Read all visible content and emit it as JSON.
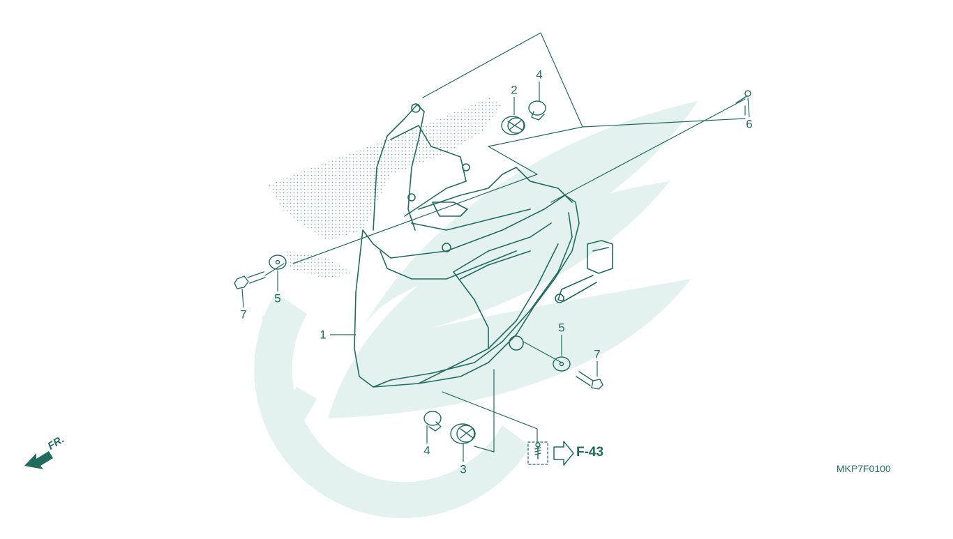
{
  "diagram": {
    "code": "MKP7F0100",
    "reference": "F-43",
    "direction": "FR.",
    "colors": {
      "line": "#1f6b5e",
      "watermark": "#dcefea"
    },
    "callouts": {
      "c1": "1",
      "c2": "2",
      "c3": "3",
      "c4a": "4",
      "c4b": "4",
      "c5a": "5",
      "c5b": "5",
      "c6": "6",
      "c7a": "7",
      "c7b": "7"
    }
  }
}
